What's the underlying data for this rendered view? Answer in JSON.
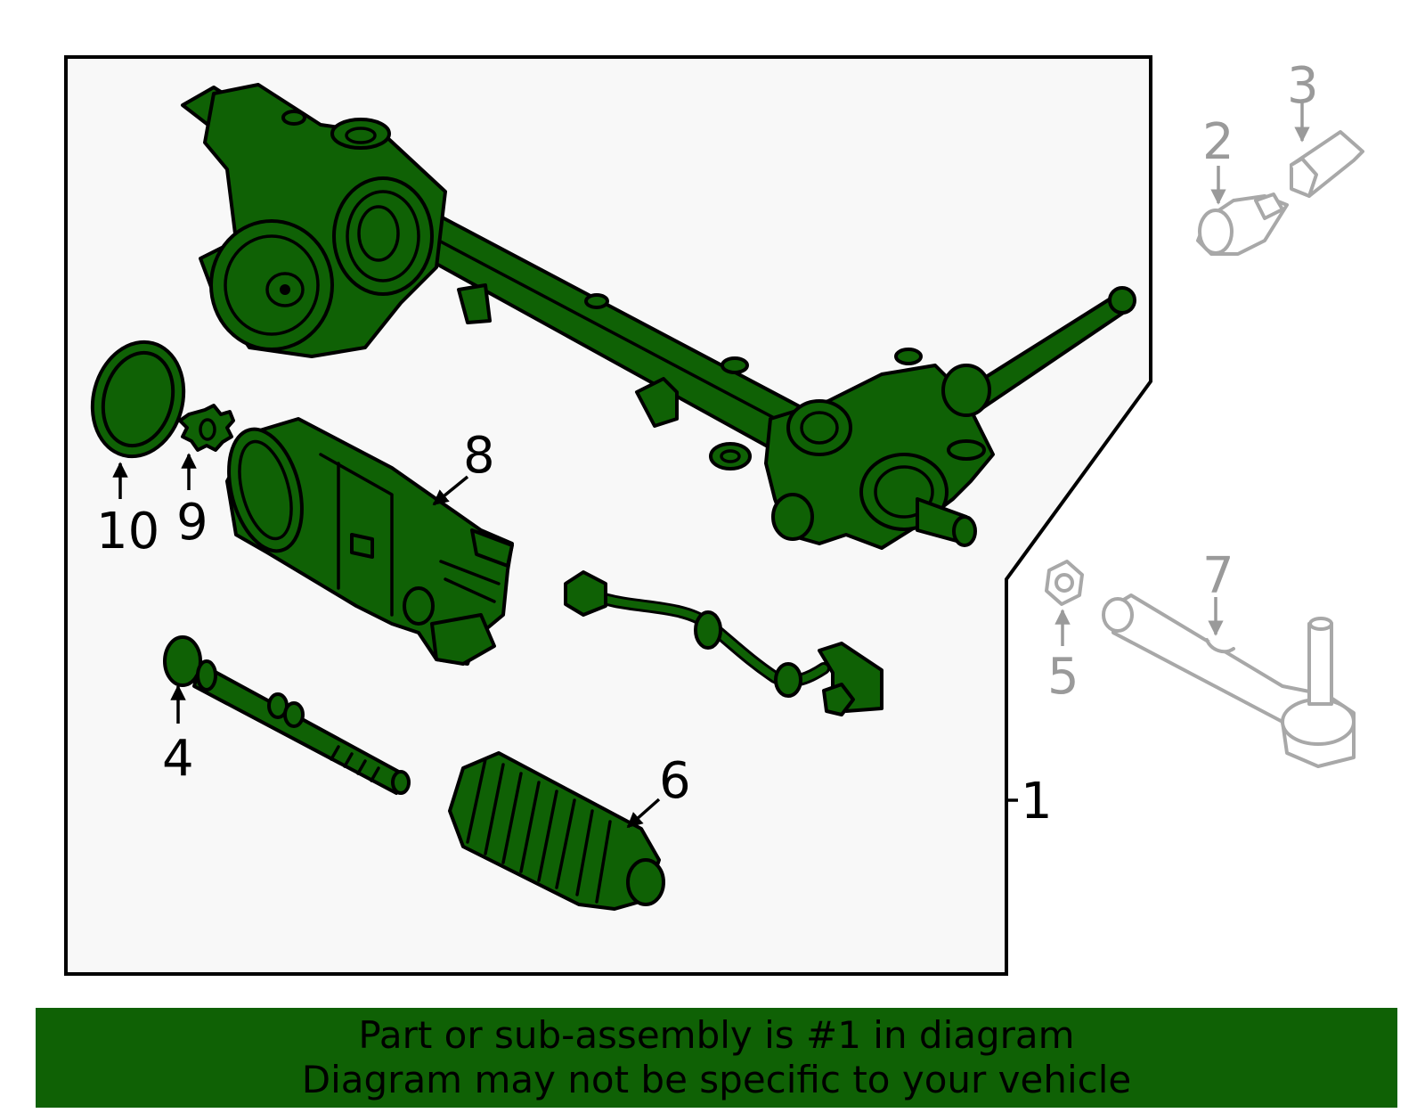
{
  "callouts": {
    "c1": "1",
    "c2": "2",
    "c3": "3",
    "c4": "4",
    "c5": "5",
    "c6": "6",
    "c7": "7",
    "c8": "8",
    "c9": "9",
    "c10": "10"
  },
  "footer": {
    "line1": "Part or sub-assembly is #1 in diagram",
    "line2": "Diagram may not be specific to your vehicle"
  },
  "colors": {
    "part_fill": "#0f6105",
    "banner_bg": "#0f6105",
    "panel_bg": "#f8f8f8",
    "ghost_stroke": "#a8a8a8"
  }
}
